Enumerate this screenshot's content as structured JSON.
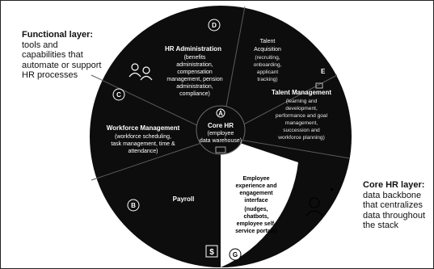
{
  "functional_layer": {
    "heading": "Functional layer:",
    "description": "tools and capabilities that automate or support HR processes"
  },
  "core_hr_layer": {
    "heading": "Core HR layer:",
    "description": "data backbone that centralizes data throughout the stack"
  },
  "segments": {
    "hr_admin": {
      "badge": "D",
      "title": "HR Administration",
      "lines": [
        "(benefits",
        "administration,",
        "compensation",
        "management, pension",
        "administration,",
        "compliance)"
      ]
    },
    "talent_acquisition": {
      "title_lines": [
        "Talent",
        "Acquisition"
      ],
      "lines": [
        "(recruiting,",
        "onboarding,",
        "applicant",
        "tracking)"
      ]
    },
    "talent_management": {
      "title": "Talent Management",
      "lines": [
        "(learning and",
        "development,",
        "performance and goal",
        "management,",
        "succession and",
        "workforce planning)"
      ]
    },
    "workforce_management": {
      "badge": "C",
      "title": "Workforce Management",
      "lines": [
        "(workforce scheduling,",
        "task management, time &",
        "attendance)"
      ]
    },
    "payroll": {
      "badge": "B",
      "title": "Payroll"
    },
    "employee_experience": {
      "badge": "G",
      "lines_bold": [
        "Employee",
        "experience and",
        "engagement",
        "interface"
      ],
      "lines": [
        "(nudges,",
        "chatbots,",
        "employee self-",
        "service portals)"
      ]
    },
    "core_hr": {
      "badge": "A",
      "title": "Core HR",
      "lines": [
        "(employee",
        "data warehouse)"
      ]
    }
  },
  "colors": {
    "dark": "#0d0d0d",
    "divider": "#5a5a5a",
    "white": "#ffffff"
  }
}
